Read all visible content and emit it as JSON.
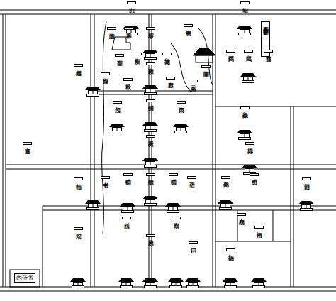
{
  "diagram": {
    "nodes": [
      {
        "text": [
          "玄武门"
        ]
      },
      {
        "text": [
          "安礼门"
        ]
      },
      {
        "text": [
          "外有十四殿 皆不知其处"
        ]
      },
      {
        "text": [
          "山池院"
        ]
      },
      {
        "text": [
          "承香殿"
        ]
      },
      {
        "text": [
          "甘露殿"
        ]
      },
      {
        "text": [
          "凌烟阁"
        ]
      },
      {
        "text": [
          "望云亭"
        ]
      },
      {
        "text": [
          "安仁殿"
        ]
      },
      {
        "text": [
          "神龙殿"
        ]
      },
      {
        "text": [
          "凝阴阁"
        ]
      },
      {
        "text": [
          "武德西门"
        ]
      },
      {
        "text": [
          "武德殿"
        ]
      },
      {
        "text": [
          "宣春宫门"
        ]
      },
      {
        "text": [
          "嘉猷门"
        ]
      },
      {
        "text": [
          "百福殿"
        ]
      },
      {
        "text": [
          "千秋殿"
        ]
      },
      {
        "text": [
          "两仪殿"
        ]
      },
      {
        "text": [
          "万春殿"
        ]
      },
      {
        "text": [
          "紫云阁"
        ]
      },
      {
        "text": [
          "虔化门"
        ]
      },
      {
        "text": [
          "朱明门"
        ]
      },
      {
        "text": [
          "肃章门"
        ]
      },
      {
        "text": [
          "崇教殿"
        ]
      },
      {
        "text": [
          "太极殿"
        ]
      },
      {
        "text": [
          "嘉德门"
        ]
      },
      {
        "text": [
          "掖庭宫"
        ]
      },
      {
        "text": [
          "中书省"
        ]
      },
      {
        "text": [
          "右延明门"
        ]
      },
      {
        "text": [
          "太极门"
        ]
      },
      {
        "text": [
          "左延明门"
        ]
      },
      {
        "text": [
          "门下省"
        ]
      },
      {
        "text": [
          "奉化门"
        ]
      },
      {
        "text": [
          "重明门"
        ]
      },
      {
        "text": [
          "通训门"
        ]
      },
      {
        "text": [
          "恭礼门"
        ]
      },
      {
        "text": [
          "永安门"
        ]
      },
      {
        "text": [
          "长乐门"
        ]
      },
      {
        "text": [
          "承天门"
        ]
      },
      {
        "text": [
          "永春门"
        ]
      },
      {
        "text": [
          "广运门"
        ]
      },
      {
        "text": [
          "左永福门"
        ]
      },
      {
        "text": [
          "永福门"
        ]
      },
      {
        "text": [
          "嘉福门"
        ]
      },
      {
        "text": [
          "内侍省"
        ]
      }
    ]
  }
}
